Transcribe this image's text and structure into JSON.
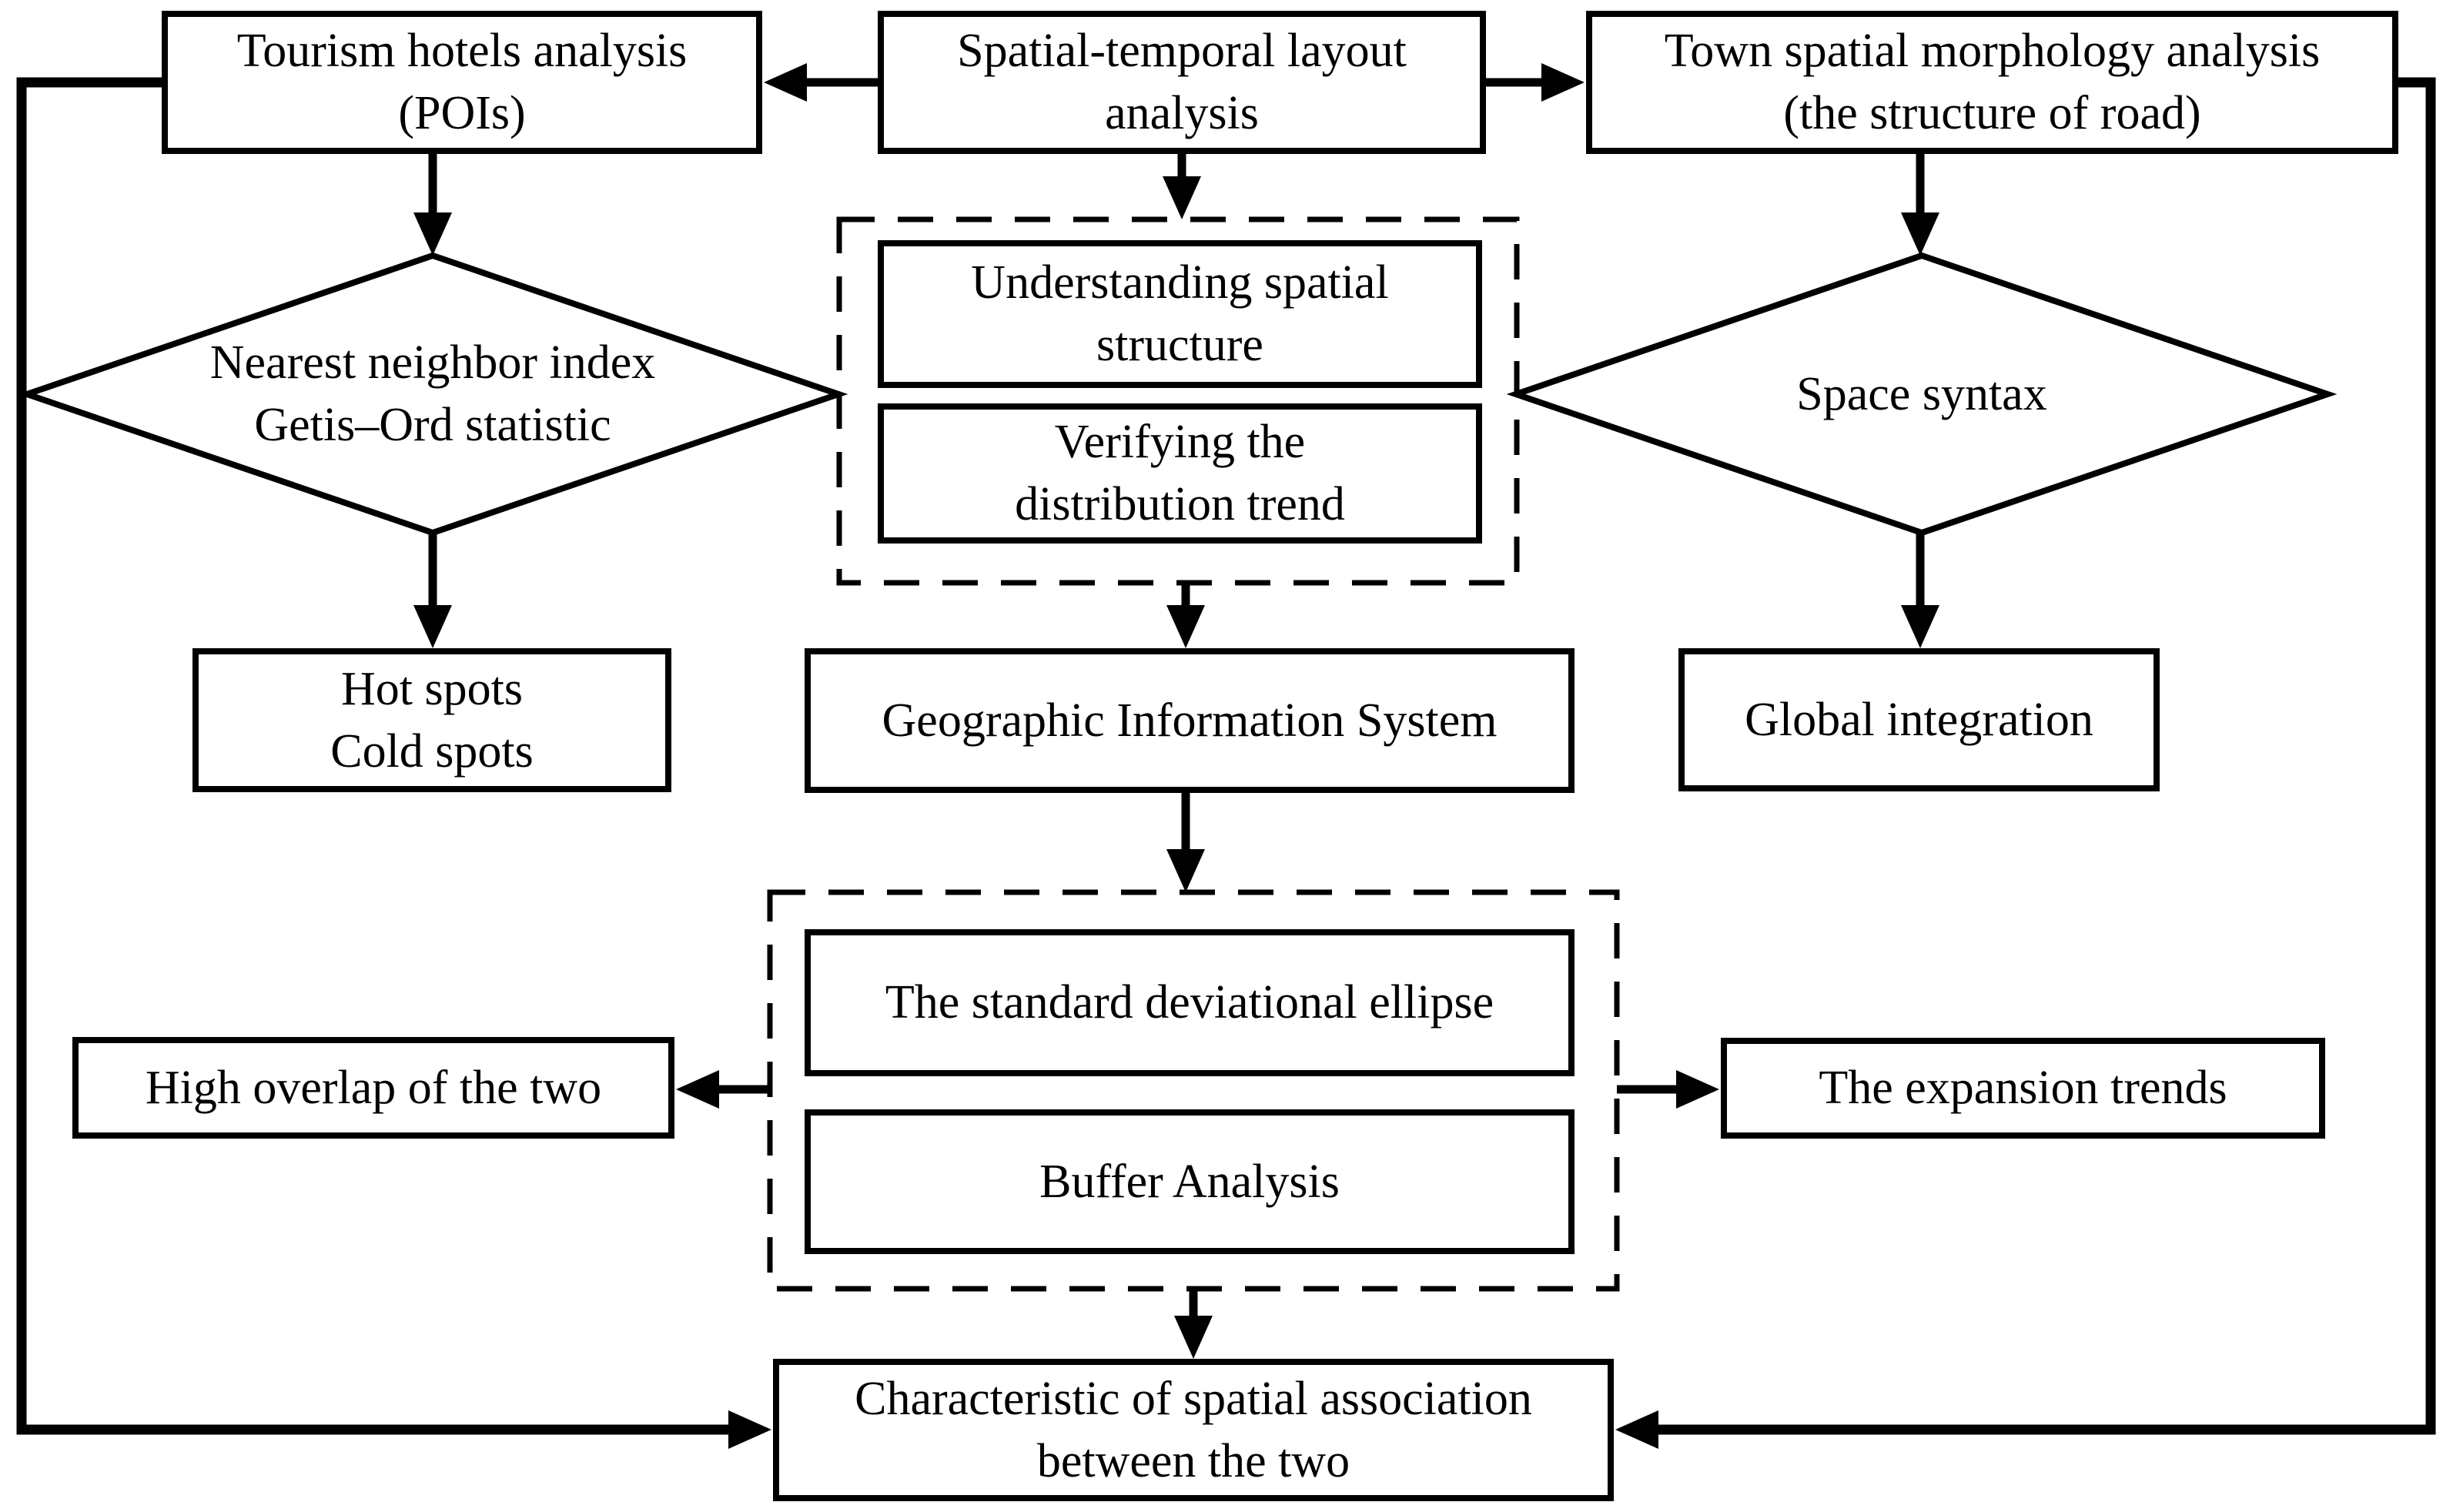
{
  "colors": {
    "ink": "#000000",
    "paper": "#ffffff"
  },
  "nodes": {
    "tourism_hotels": {
      "label": "Tourism hotels analysis\n(POIs)"
    },
    "spatial_temporal": {
      "label": "Spatial-temporal layout\nanalysis"
    },
    "town_morphology": {
      "label": "Town spatial morphology analysis\n(the structure of road)"
    },
    "nearest_neighbor": {
      "label": "Nearest neighbor index\nGetis–Ord statistic"
    },
    "understanding": {
      "label": "Understanding spatial\nstructure"
    },
    "verifying": {
      "label": "Verifying the\ndistribution trend"
    },
    "space_syntax": {
      "label": "Space syntax"
    },
    "hot_cold_spots": {
      "label": "Hot spots\nCold spots"
    },
    "gis": {
      "label": "Geographic Information System"
    },
    "global_integration": {
      "label": "Global integration"
    },
    "sde": {
      "label": "The standard deviational ellipse"
    },
    "buffer": {
      "label": "Buffer Analysis"
    },
    "high_overlap": {
      "label": "High overlap of the two"
    },
    "expansion_trends": {
      "label": "The expansion trends"
    },
    "characteristic": {
      "label": "Characteristic of spatial association\nbetween the two"
    }
  },
  "edges": [
    {
      "from": "spatial_temporal",
      "to": "tourism_hotels"
    },
    {
      "from": "spatial_temporal",
      "to": "town_morphology"
    },
    {
      "from": "spatial_temporal",
      "to": "methods_group"
    },
    {
      "from": "tourism_hotels",
      "to": "nearest_neighbor"
    },
    {
      "from": "town_morphology",
      "to": "space_syntax"
    },
    {
      "from": "nearest_neighbor",
      "to": "methods_group"
    },
    {
      "from": "space_syntax",
      "to": "methods_group"
    },
    {
      "from": "nearest_neighbor",
      "to": "hot_cold_spots"
    },
    {
      "from": "methods_group",
      "to": "gis"
    },
    {
      "from": "space_syntax",
      "to": "global_integration"
    },
    {
      "from": "gis",
      "to": "analysis_group"
    },
    {
      "from": "analysis_group",
      "to": "high_overlap"
    },
    {
      "from": "analysis_group",
      "to": "expansion_trends"
    },
    {
      "from": "analysis_group",
      "to": "characteristic"
    },
    {
      "from": "tourism_hotels",
      "to": "characteristic"
    },
    {
      "from": "town_morphology",
      "to": "characteristic"
    }
  ]
}
